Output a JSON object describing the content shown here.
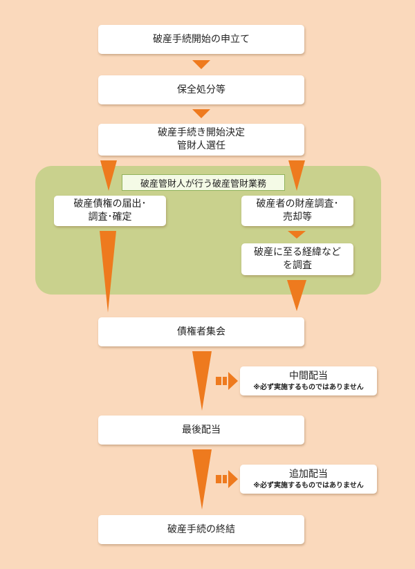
{
  "colors": {
    "background": "#fad9bc",
    "box": "#ffffff",
    "arrow": "#ee7a1e",
    "panel": "#c9d18d",
    "panel_label_bg": "#f4fae6",
    "panel_label_border": "#8fb25a"
  },
  "steps": {
    "petition": "破産手続開始の申立て",
    "preservation": "保全処分等",
    "decision_line1": "破産手続き開始決定",
    "decision_line2": "管財人選任",
    "creditors_meeting": "債権者集会",
    "final_dividend": "最後配当",
    "termination": "破産手続の終結"
  },
  "trustee_panel": {
    "label": "破産管財人が行う破産管財業務",
    "claims_line1": "破産債権の届出･",
    "claims_line2": "調査･確定",
    "assets_line1": "破産者の財産調査･",
    "assets_line2": "売却等",
    "history_line1": "破産に至る経緯など",
    "history_line2": "を調査"
  },
  "side_notes": {
    "interim_title": "中間配当",
    "interim_note": "※必ず実施するものではありません",
    "additional_title": "追加配当",
    "additional_note": "※必ず実施するものではありません"
  }
}
